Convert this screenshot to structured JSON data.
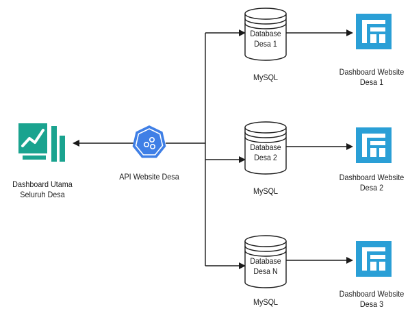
{
  "main_dashboard": {
    "line1": "Dashboard Utama",
    "line2": "Seluruh Desa",
    "color": "#1aa38f"
  },
  "api": {
    "label": "API Website Desa",
    "color": "#3f7fe6"
  },
  "databases": [
    {
      "line1": "Database",
      "line2": "Desa 1",
      "engine": "MySQL"
    },
    {
      "line1": "Database",
      "line2": "Desa 2",
      "engine": "MySQL"
    },
    {
      "line1": "Database",
      "line2": "Desa N",
      "engine": "MySQL"
    }
  ],
  "village_dashboards": [
    {
      "line1": "Dashboard Website",
      "line2": "Desa 1"
    },
    {
      "line1": "Dashboard Website",
      "line2": "Desa 2"
    },
    {
      "line1": "Dashboard Website",
      "line2": "Desa 3"
    }
  ],
  "dashboard_icon_color": "#2a9fd6",
  "icons": {
    "main_dashboard": "chart-dashboard-icon",
    "api": "kubernetes-api-icon",
    "database": "cylinder-database-icon",
    "village_dashboard": "layout-dashboard-icon"
  }
}
